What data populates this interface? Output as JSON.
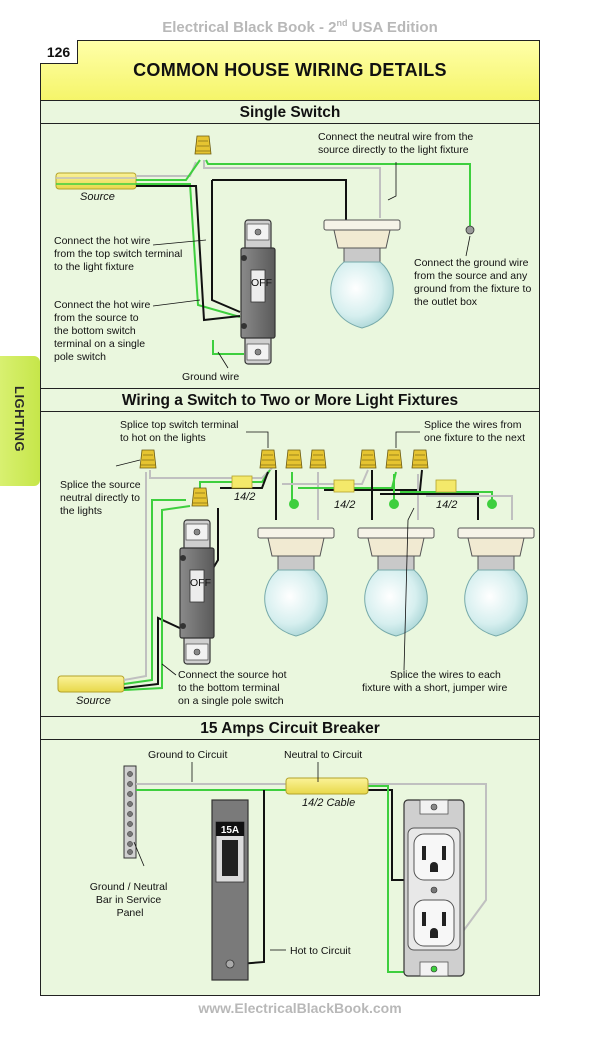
{
  "header": {
    "book": "Electrical Black Book - 2",
    "sup": "nd",
    "edition": " USA Edition"
  },
  "page_number": "126",
  "title": "COMMON HOUSE WIRING DETAILS",
  "side_tab": "LIGHTING",
  "footer": "www.ElectricalBlackBook.com",
  "colors": {
    "hot": "#111111",
    "neutral": "#c0c0c0",
    "ground": "#3ecf3e",
    "cable_jacket": "#f4e96a",
    "frame_bg": "#eaf7de",
    "title_bg": "#f7f77a",
    "wirenut": "#e6c431",
    "wirenut_green": "#5fd85f"
  },
  "sections": {
    "single_switch": {
      "title": "Single Switch",
      "source_label": "Source",
      "neutral_note": [
        "Connect the neutral wire from the",
        "source directly to the light fixture"
      ],
      "hot_top_note": [
        "Connect the hot wire",
        "from the top switch terminal",
        "to the light fixture"
      ],
      "hot_bottom_note": [
        "Connect the hot wire",
        "from the source to",
        "the bottom switch",
        "terminal on a single",
        "pole switch"
      ],
      "ground_note": [
        "Connect the ground wire",
        "from the source and any",
        "ground from the fixture to",
        "the outlet box"
      ],
      "ground_wire_label": "Ground wire",
      "switch_text": "OFF"
    },
    "multi_fixture": {
      "title": "Wiring a Switch to Two or More Light Fixtures",
      "splice_top_note": [
        "Splice top switch terminal",
        "to hot on the lights"
      ],
      "splice_fixtures_note": [
        "Splice the wires from",
        "one fixture to the next"
      ],
      "splice_neutral_note": [
        "Splice the source",
        "neutral directly to",
        "the lights"
      ],
      "bottom_terminal_note": [
        "Connect the source hot",
        "to the bottom terminal",
        "on a single pole switch"
      ],
      "jumper_note": [
        "Splice the wires to each",
        "fixture with a short, jumper wire"
      ],
      "cable_label": "14/2",
      "source_label": "Source",
      "switch_text": "OFF"
    },
    "breaker": {
      "title": "15 Amps Circuit Breaker",
      "ground_label": "Ground to Circuit",
      "neutral_label": "Neutral to Circuit",
      "cable_label": "14/2 Cable",
      "bar_label": [
        "Ground / Neutral",
        "Bar in Service",
        "Panel"
      ],
      "hot_label": "Hot to Circuit",
      "breaker_rating": "15A"
    }
  }
}
